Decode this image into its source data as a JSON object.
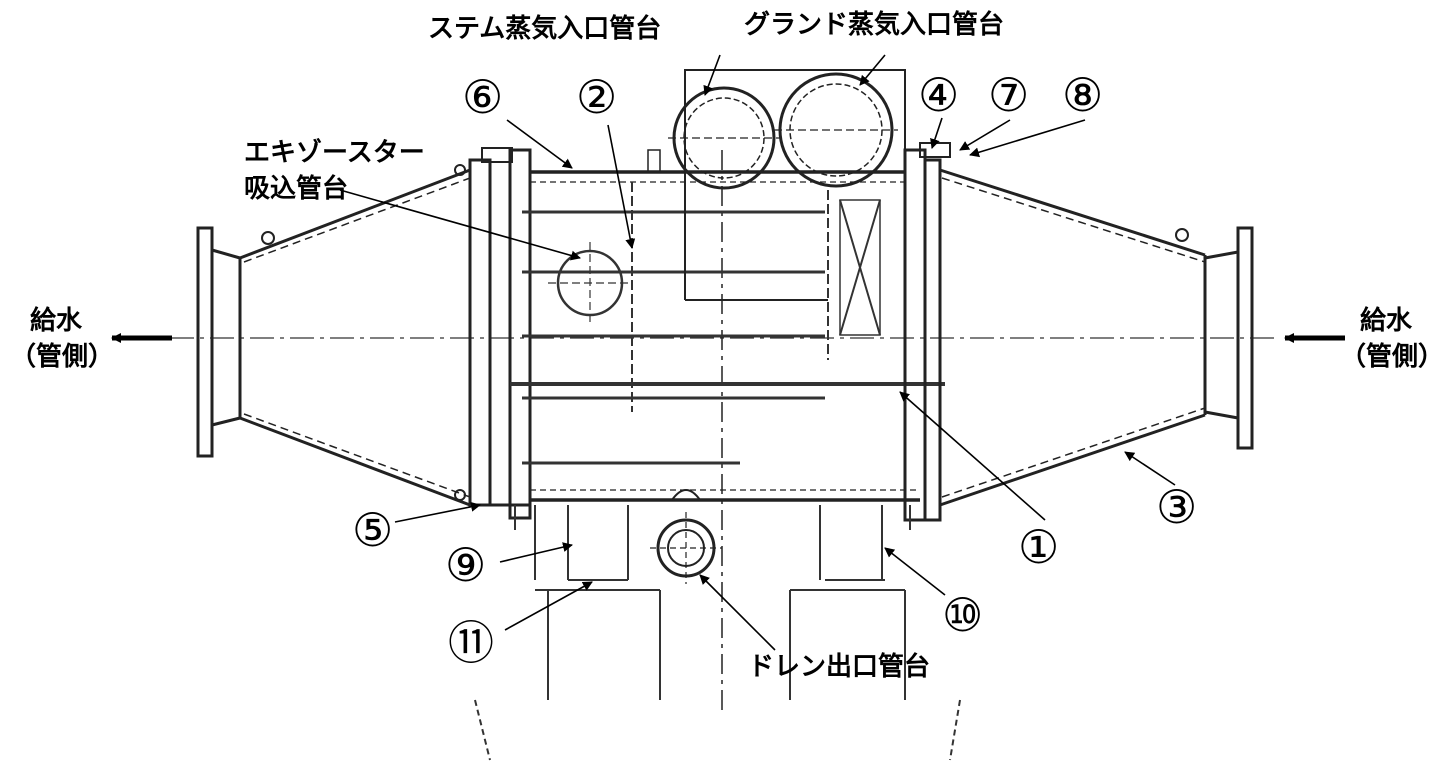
{
  "labels": {
    "stem_steam_inlet": "ステム蒸気入口管台",
    "gland_steam_inlet": "グランド蒸気入口管台",
    "exhauster_suction_line1": "エキゾースター",
    "exhauster_suction_line2": "吸込管台",
    "drain_outlet": "ドレン出口管台",
    "feedwater_left_line1": "給水",
    "feedwater_left_line2": "（管側）",
    "feedwater_right_line1": "給水",
    "feedwater_right_line2": "（管側）"
  },
  "markers": {
    "m1": "①",
    "m2": "②",
    "m3": "③",
    "m4": "④",
    "m5": "⑤",
    "m6": "⑥",
    "m7": "⑦",
    "m8": "⑧",
    "m9": "⑨",
    "m10": "⑩",
    "m11": "⑪"
  }
}
